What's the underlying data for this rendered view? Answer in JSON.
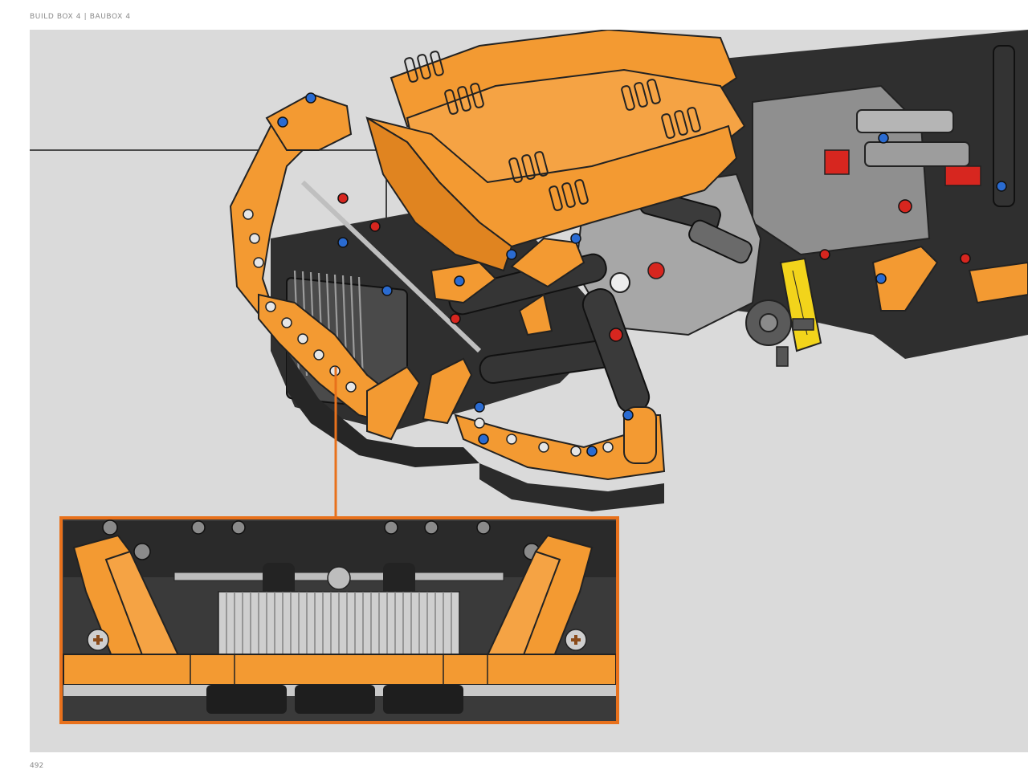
{
  "header": {
    "build_box_en": "BUILD BOX 4",
    "separator": "|",
    "build_box_de": "BAUBOX 4"
  },
  "footer": {
    "page_number": "492"
  },
  "illustration": {
    "subject": "lego-technic-front-assembly",
    "detail_callout": true
  },
  "colors": {
    "panel_background": "#dadada",
    "brick_orange": "#f39a32",
    "brick_dark": "#2b2b2b",
    "brick_gray": "#a7a7a7",
    "callout_frame": "#e8711c",
    "pin_blue": "#2a6bd1",
    "pin_red": "#d7261f",
    "accent_yellow": "#f2d41b"
  }
}
